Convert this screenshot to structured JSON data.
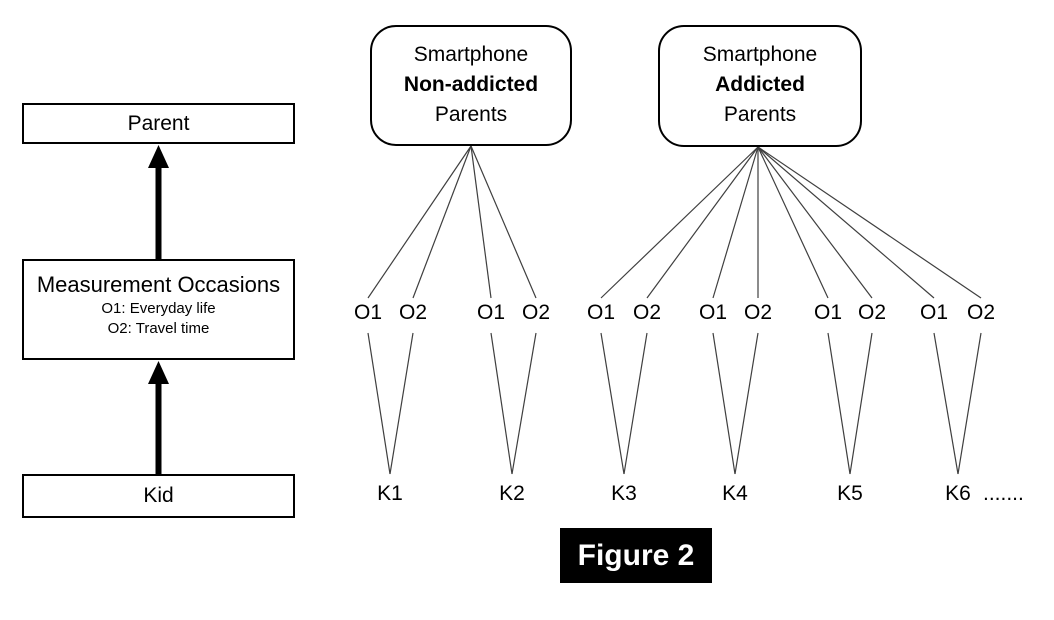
{
  "figure_label": "Figure 2",
  "left_panel": {
    "parent_label": "Parent",
    "measurement_title": "Measurement Occasions",
    "measurement_lines": [
      "O1: Everyday life",
      "O2: Travel time"
    ],
    "kid_label": "Kid"
  },
  "groups": [
    {
      "title_top": "Smartphone",
      "title_bold": "Non-addicted",
      "title_bottom": "Parents",
      "kids": [
        {
          "label": "K1",
          "occasions": [
            "O1",
            "O2"
          ]
        },
        {
          "label": "K2",
          "occasions": [
            "O1",
            "O2"
          ]
        }
      ]
    },
    {
      "title_top": "Smartphone",
      "title_bold": "Addicted",
      "title_bottom": "Parents",
      "kids": [
        {
          "label": "K3",
          "occasions": [
            "O1",
            "O2"
          ]
        },
        {
          "label": "K4",
          "occasions": [
            "O1",
            "O2"
          ]
        },
        {
          "label": "K5",
          "occasions": [
            "O1",
            "O2"
          ]
        },
        {
          "label": "K6",
          "occasions": [
            "O1",
            "O2"
          ],
          "suffix": "......."
        }
      ]
    }
  ],
  "colors": {
    "line": "#3f3f3f",
    "box_border": "#000000",
    "figure_bg": "#000000",
    "figure_text": "#ffffff"
  }
}
